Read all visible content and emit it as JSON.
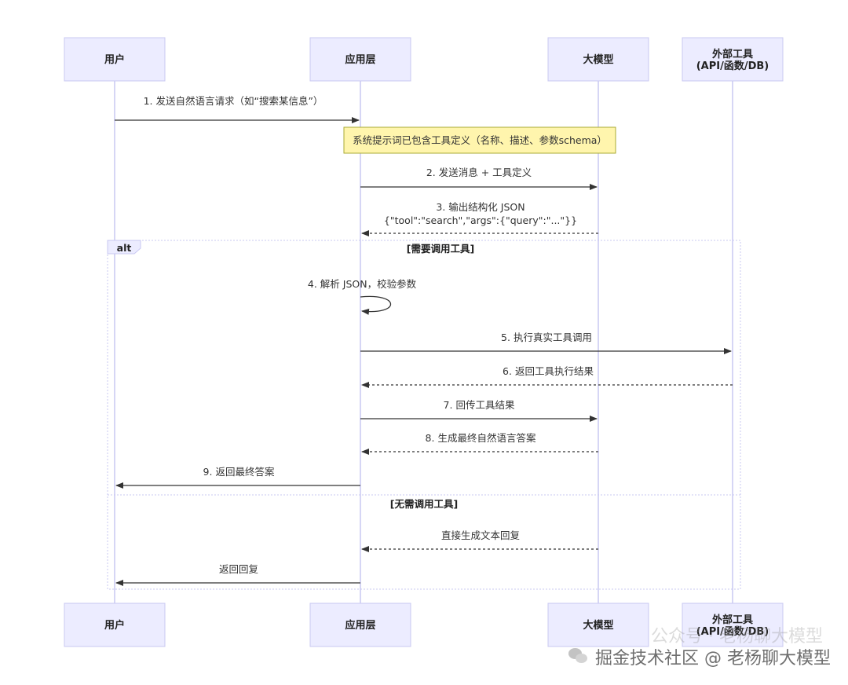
{
  "participants": [
    {
      "id": "user",
      "label": [
        "用户"
      ]
    },
    {
      "id": "app",
      "label": [
        "应用层"
      ]
    },
    {
      "id": "llm",
      "label": [
        "大模型"
      ]
    },
    {
      "id": "tool",
      "label": [
        "外部工具",
        "(API/函数/DB)"
      ]
    }
  ],
  "messages": [
    {
      "from": "user",
      "to": "app",
      "text": [
        "1. 发送自然语言请求（如“搜索某信息”）"
      ],
      "style": "solid"
    },
    {
      "from": "app",
      "to": "llm",
      "text": [
        "2. 发送消息 + 工具定义"
      ],
      "style": "solid"
    },
    {
      "from": "llm",
      "to": "app",
      "text": [
        "3. 输出结构化 JSON",
        "{\"tool\":\"search\",\"args\":{\"query\":\"...\"}}"
      ],
      "style": "dashed"
    },
    {
      "from": "app",
      "to": "app",
      "text": [
        "4. 解析 JSON，校验参数"
      ],
      "style": "self"
    },
    {
      "from": "app",
      "to": "tool",
      "text": [
        "5. 执行真实工具调用"
      ],
      "style": "solid"
    },
    {
      "from": "tool",
      "to": "app",
      "text": [
        "6. 返回工具执行结果"
      ],
      "style": "dashed"
    },
    {
      "from": "app",
      "to": "llm",
      "text": [
        "7. 回传工具结果"
      ],
      "style": "solid"
    },
    {
      "from": "llm",
      "to": "app",
      "text": [
        "8. 生成最终自然语言答案"
      ],
      "style": "dashed"
    },
    {
      "from": "app",
      "to": "user",
      "text": [
        "9. 返回最终答案"
      ],
      "style": "solid"
    },
    {
      "from": "llm",
      "to": "app",
      "text": [
        "直接生成文本回复"
      ],
      "style": "dashed"
    },
    {
      "from": "app",
      "to": "user",
      "text": [
        "返回回复"
      ],
      "style": "solid"
    }
  ],
  "note": {
    "text": "系统提示词已包含工具定义（名称、描述、参数schema）"
  },
  "alt_frame": {
    "label": "alt",
    "conditions": [
      "[需要调用工具]",
      "[无需调用工具]"
    ]
  },
  "watermark": {
    "main": "掘金技术社区 @ 老杨聊大模型",
    "ghost": "公众号 · 老杨聊大模型",
    "icon": "wechat-icon"
  },
  "colors": {
    "actor_fill": "#ECECFF",
    "actor_stroke": "#C9C8F2",
    "note_fill": "#FFF5AD",
    "note_stroke": "#AAAA33",
    "line": "#333333"
  }
}
